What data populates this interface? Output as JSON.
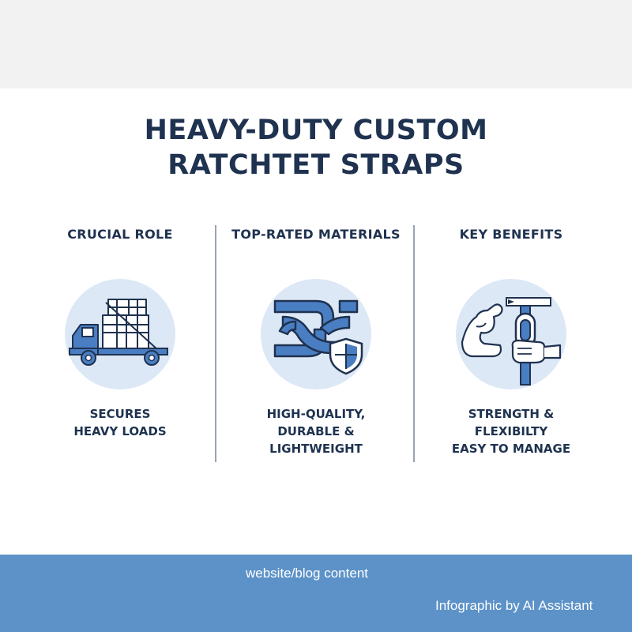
{
  "title": {
    "line1": "HEAVY-DUTY CUSTOM",
    "line2": "RATCHTET STRAPS"
  },
  "columns": [
    {
      "heading": "CRUCIAL ROLE",
      "icon": "truck-icon",
      "caption": [
        "SECURES",
        "HEAVY LOADS"
      ]
    },
    {
      "heading": "TOP-RATED MATERIALS",
      "icon": "woven-strap-shield-icon",
      "caption": [
        "HIGH-QUALITY,",
        "DURABLE &",
        "LIGHTWEIGHT"
      ]
    },
    {
      "heading": "KEY BENEFITS",
      "icon": "flexed-arm-hand-icon",
      "caption": [
        "STRENGTH &",
        "FLEXIBILTY",
        "EASY TO MANAGE"
      ]
    }
  ],
  "footer": {
    "note": "website/blog content",
    "credit": "Infographic by AI Assistant"
  },
  "colors": {
    "navy": "#1f3250",
    "accent_blue": "#4a7ec2",
    "light_blue": "#dde8f6",
    "footer_blue": "#5c92c8"
  }
}
